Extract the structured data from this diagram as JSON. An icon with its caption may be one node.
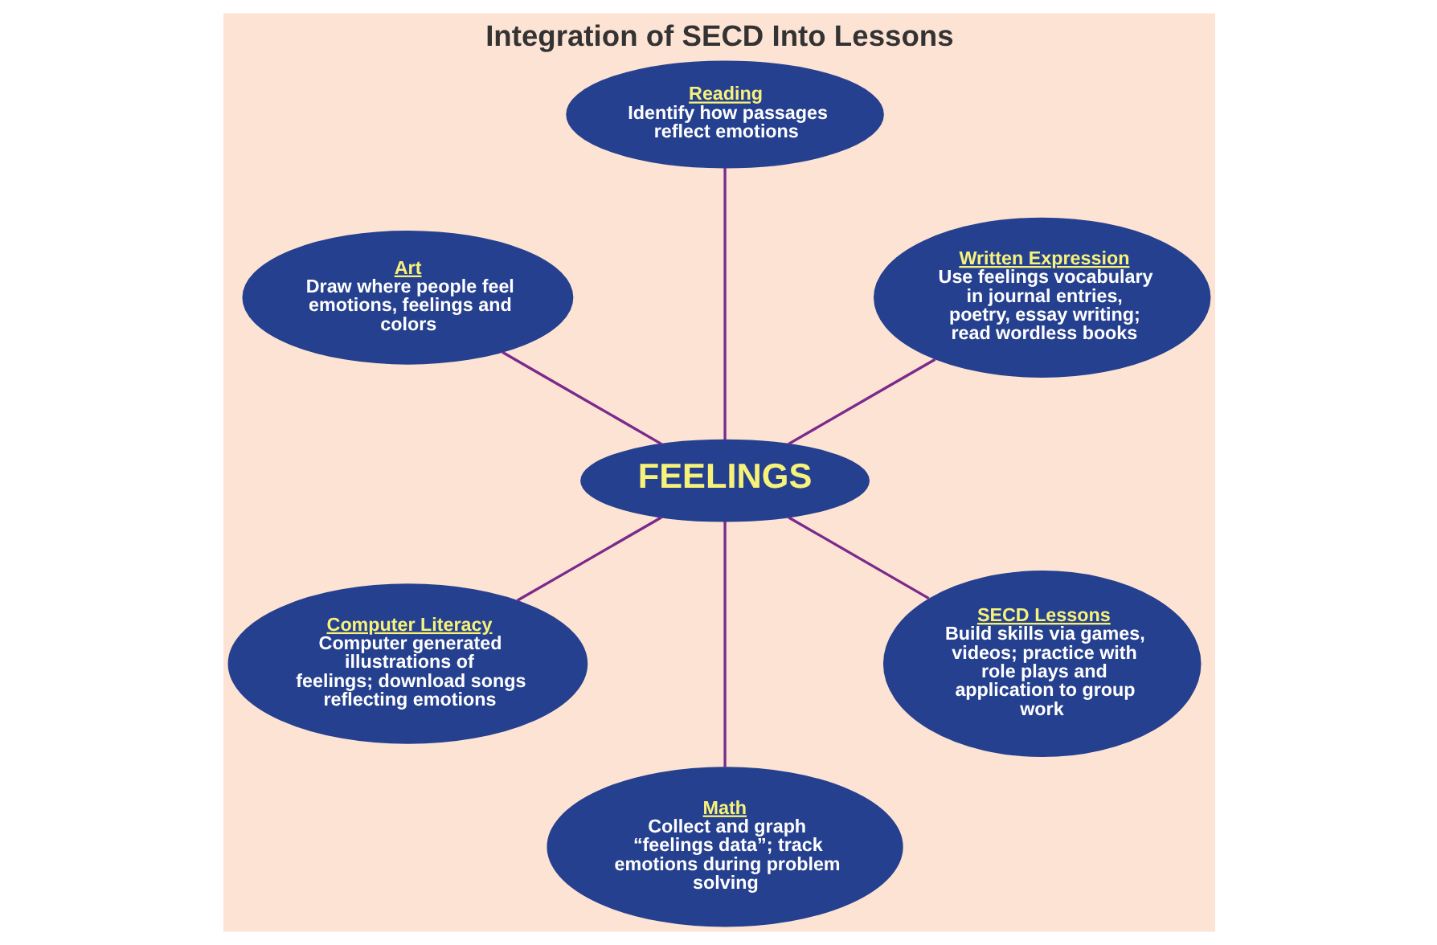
{
  "diagram": {
    "title": "Integration of SECD Into Lessons",
    "nodes": [
      {
        "text": [
          "Written Expression",
          "Use feelings vocabulary in journal entries, poetry, essay writing; read wordless books"
        ]
      },
      {
        "text": [
          "Reading",
          "Identify how passages reflect emotions"
        ]
      },
      {
        "text": [
          "Art",
          "Draw where people feel emotions, feelings and colors"
        ]
      },
      {
        "text": [
          "FEELINGS"
        ]
      },
      {
        "text": [
          "Computer Literacy",
          "Computer generated illustrations of feelings; download songs reflecting emotions"
        ]
      },
      {
        "text": [
          "Math",
          "Collect and graph “feelings data”; track emotions during problem solving"
        ]
      },
      {
        "text": [
          "SECD Lessons",
          "Build skills via games, videos; practice with role plays and application to group work"
        ]
      }
    ],
    "edges": [
      {
        "from": 3,
        "to": 0,
        "arrow": "none"
      },
      {
        "from": 3,
        "to": 1,
        "arrow": "none"
      },
      {
        "from": 3,
        "to": 2,
        "arrow": "none"
      },
      {
        "from": 3,
        "to": 4,
        "arrow": "none"
      },
      {
        "from": 3,
        "to": 5,
        "arrow": "none"
      },
      {
        "from": 3,
        "to": 6,
        "arrow": "none"
      }
    ]
  }
}
